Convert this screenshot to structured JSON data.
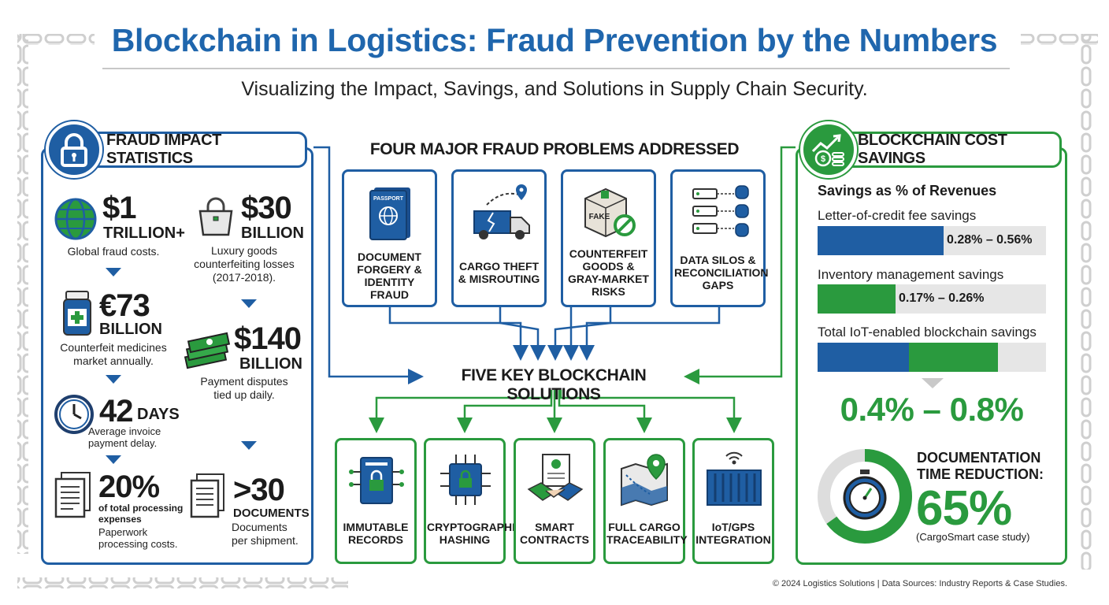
{
  "title": "Blockchain in Logistics: Fraud Prevention by the Numbers",
  "subtitle": "Visualizing the Impact, Savings, and Solutions in Supply Chain Security.",
  "colors": {
    "blue": "#1f5ea3",
    "green": "#2a9a3e",
    "title_blue": "#1f66ad"
  },
  "fraud_impact": {
    "header": "FRAUD IMPACT STATISTICS",
    "icon": "padlock-icon",
    "stats": [
      {
        "value": "$1",
        "unit": "TRILLION+",
        "desc": "Global fraud costs.",
        "icon": "globe-icon"
      },
      {
        "value": "€73",
        "unit": "BILLION",
        "desc": "Counterfeit medicines market annually.",
        "icon": "medicine-bottle-icon"
      },
      {
        "value": "42",
        "unit": "DAYS",
        "desc": "Average invoice payment delay.",
        "icon": "clock-icon"
      },
      {
        "value": "20%",
        "unit": "of total processing expenses",
        "desc": "Paperwork processing costs.",
        "icon": "document-icon"
      },
      {
        "value": "$30",
        "unit": "BILLION",
        "desc": "Luxury goods counterfeiting losses (2017-2018).",
        "icon": "handbag-icon"
      },
      {
        "value": "$140",
        "unit": "BILLION",
        "desc": "Payment disputes tied up daily.",
        "icon": "cash-stack-icon"
      },
      {
        "value": ">30",
        "unit": "DOCUMENTS",
        "desc": "Documents per shipment.",
        "icon": "documents-icon"
      }
    ]
  },
  "problems": {
    "title": "FOUR MAJOR FRAUD PROBLEMS ADDRESSED",
    "items": [
      {
        "label": "DOCUMENT FORGERY & IDENTITY FRAUD",
        "icon": "passport-icon",
        "icon_text": "PASSPORT"
      },
      {
        "label": "CARGO THEFT & MISROUTING",
        "icon": "truck-icon"
      },
      {
        "label": "COUNTERFEIT GOODS & GRAY-MARKET RISKS",
        "icon": "fake-box-icon",
        "icon_text": "FAKE"
      },
      {
        "label": "DATA SILOS & RECONCILIATION GAPS",
        "icon": "servers-database-icon"
      }
    ]
  },
  "solutions": {
    "title": "FIVE KEY BLOCKCHAIN SOLUTIONS",
    "items": [
      {
        "label": "IMMUTABLE RECORDS",
        "icon": "locked-record-icon"
      },
      {
        "label": "CRYPTOGRAPHIC HASHING",
        "icon": "chip-lock-icon"
      },
      {
        "label": "SMART CONTRACTS",
        "icon": "handshake-contract-icon"
      },
      {
        "label": "FULL CARGO TRACEABILITY",
        "icon": "map-pin-icon"
      },
      {
        "label": "IoT/GPS INTEGRATION",
        "icon": "container-signal-icon"
      }
    ]
  },
  "savings": {
    "header": "BLOCKCHAIN COST SAVINGS",
    "icon": "savings-chart-icon",
    "section_label": "Savings as % of Revenues",
    "rows": [
      {
        "label": "Letter-of-credit fee savings",
        "value": "0.28% – 0.56%",
        "fill_fraction": 0.55
      },
      {
        "label": "Inventory management savings",
        "value": "0.17% – 0.26%",
        "fill_fraction": 0.34
      },
      {
        "label": "Total IoT-enabled blockchain savings",
        "value": "",
        "fill_fraction_blue": 0.4,
        "fill_fraction_green": 0.39
      }
    ],
    "total": "0.4% – 0.8%",
    "doc_reduction": {
      "title_line1": "DOCUMENTATION",
      "title_line2": "TIME REDUCTION:",
      "value": "65%",
      "fraction": 0.65,
      "note": "(CargoSmart case study)",
      "icon": "stopwatch-icon"
    }
  },
  "footer": "© 2024 Logistics Solutions | Data Sources: Industry Reports & Case Studies."
}
